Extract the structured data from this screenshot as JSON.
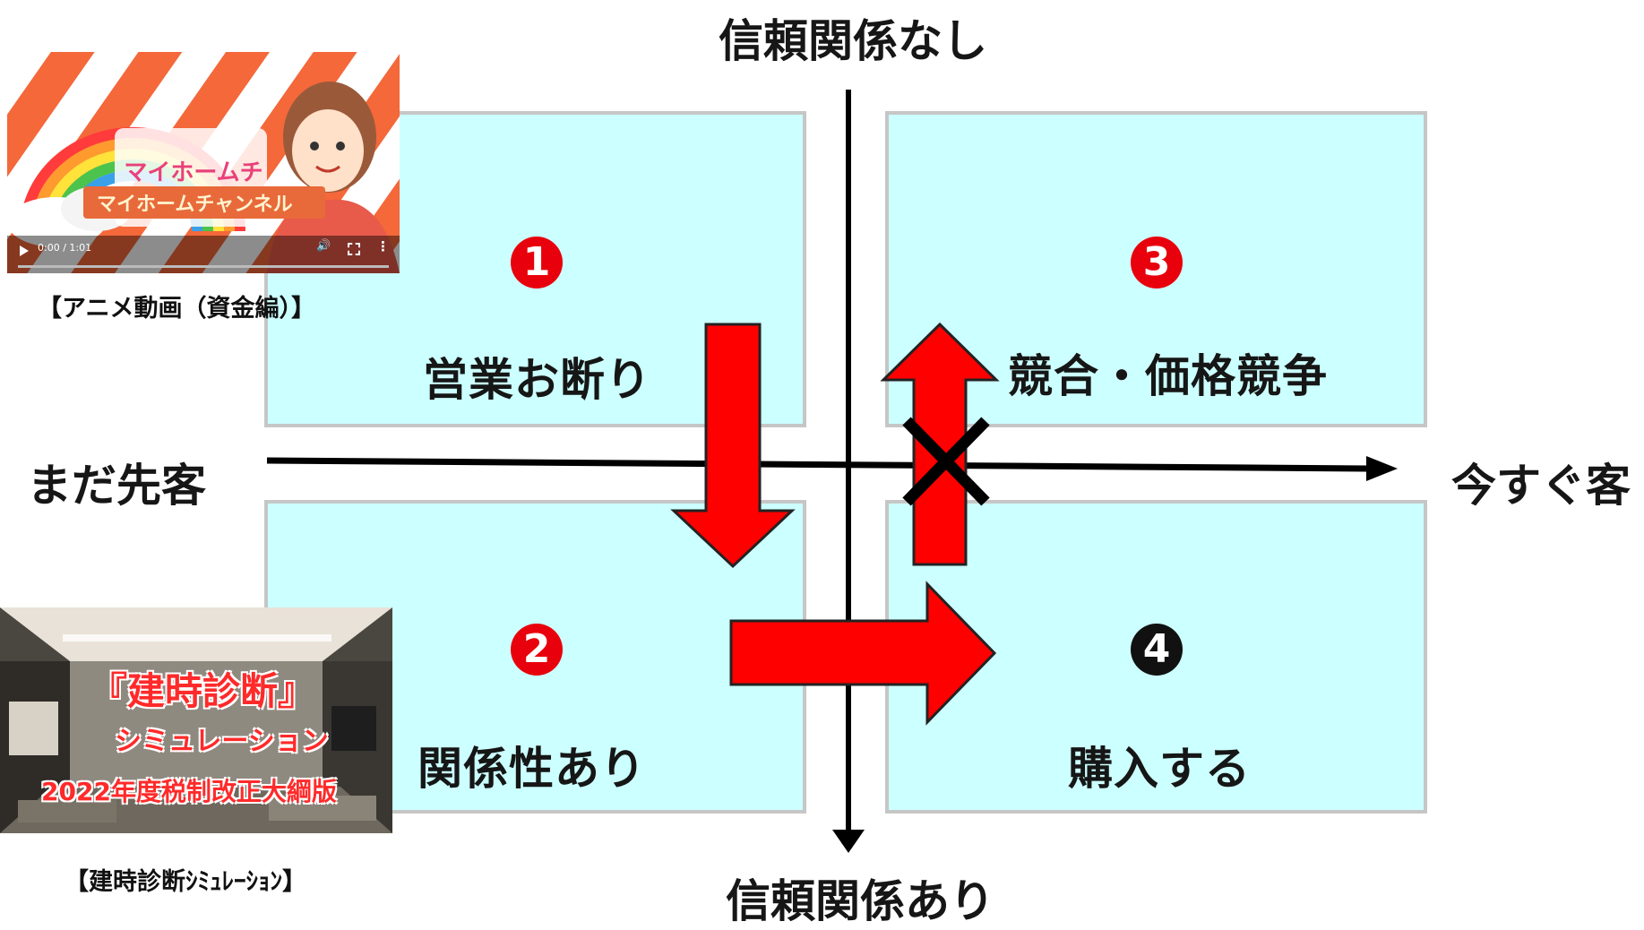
{
  "axes": {
    "top": "信頼関係なし",
    "bottom": "信頼関係あり",
    "left": "まだ先客",
    "right": "今すぐ客"
  },
  "quadrants": [
    {
      "number": "1",
      "label": "営業お断り"
    },
    {
      "number": "2",
      "label": "関係性あり"
    },
    {
      "number": "3",
      "label": "競合・価格競争"
    },
    {
      "number": "4",
      "label": "購入する"
    }
  ],
  "video": {
    "title_logo": "マイホームチャンネル",
    "banner": "マイホームチャンネル",
    "time": "0:00 / 1:01",
    "caption": "【アニメ動画（資金編）】"
  },
  "simulation": {
    "title": "『建時診断』",
    "subtitle": "シミュレーション",
    "edition": "2022年度税制改正大綱版",
    "caption": "【建時診断ｼﾐｭﾚｰｼｮﾝ】"
  },
  "colors": {
    "quadrant_fill": "#ccffff",
    "arrow_red": "#ff0000",
    "badge_red": "#e8000c"
  }
}
